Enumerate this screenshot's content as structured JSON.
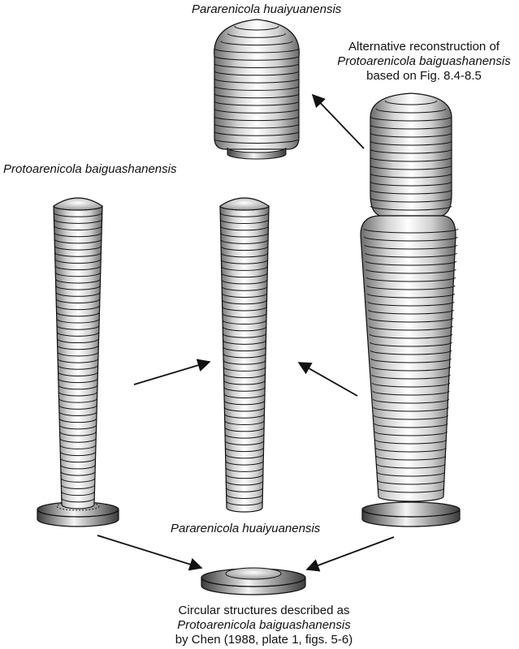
{
  "labels": {
    "top_title": "Pararenicola huaiyuanensis",
    "alt_line1": "Alternative reconstruction of",
    "alt_line2": "Protoarenicola baiguashanensis",
    "alt_line3": "based on Fig. 8.4-8.5",
    "left_title": "Protoarenicola baiguashanensis",
    "middle_title": "Pararenicola huaiyuanensis",
    "bottom_line1": "Circular structures described as",
    "bottom_line2": "Protoarenicola baiguashanensis",
    "bottom_line3": "by Chen (1988, plate 1, figs. 5-6)"
  },
  "colors": {
    "stroke": "#111111",
    "shade_dark": "#6a6a6a",
    "shade_light": "#ffffff"
  }
}
